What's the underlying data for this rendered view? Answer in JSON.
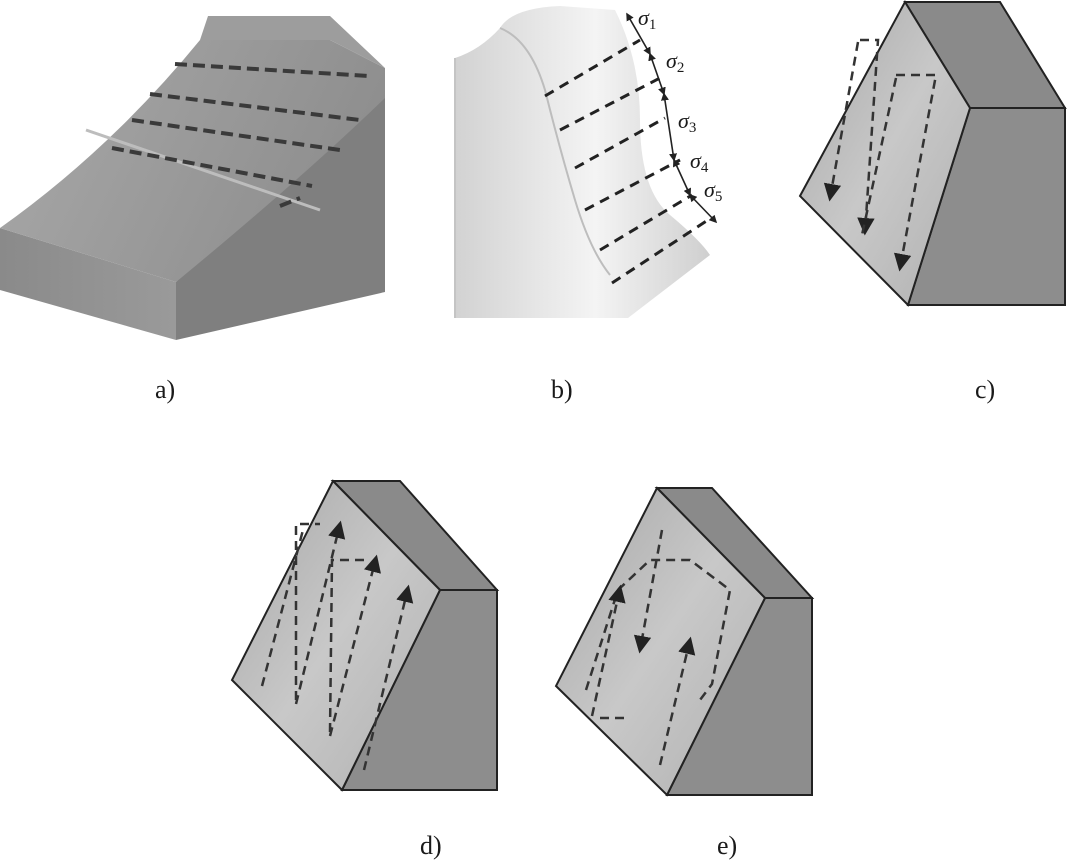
{
  "panels": [
    {
      "id": "a",
      "caption": "a)"
    },
    {
      "id": "b",
      "caption": "b)",
      "stress_labels": [
        {
          "symbol": "σ",
          "index": "1"
        },
        {
          "symbol": "σ",
          "index": "2"
        },
        {
          "symbol": "σ",
          "index": "3"
        },
        {
          "symbol": "σ",
          "index": "4"
        },
        {
          "symbol": "σ",
          "index": "5"
        }
      ]
    },
    {
      "id": "c",
      "caption": "c)"
    },
    {
      "id": "d",
      "caption": "d)"
    },
    {
      "id": "e",
      "caption": "e)"
    }
  ]
}
